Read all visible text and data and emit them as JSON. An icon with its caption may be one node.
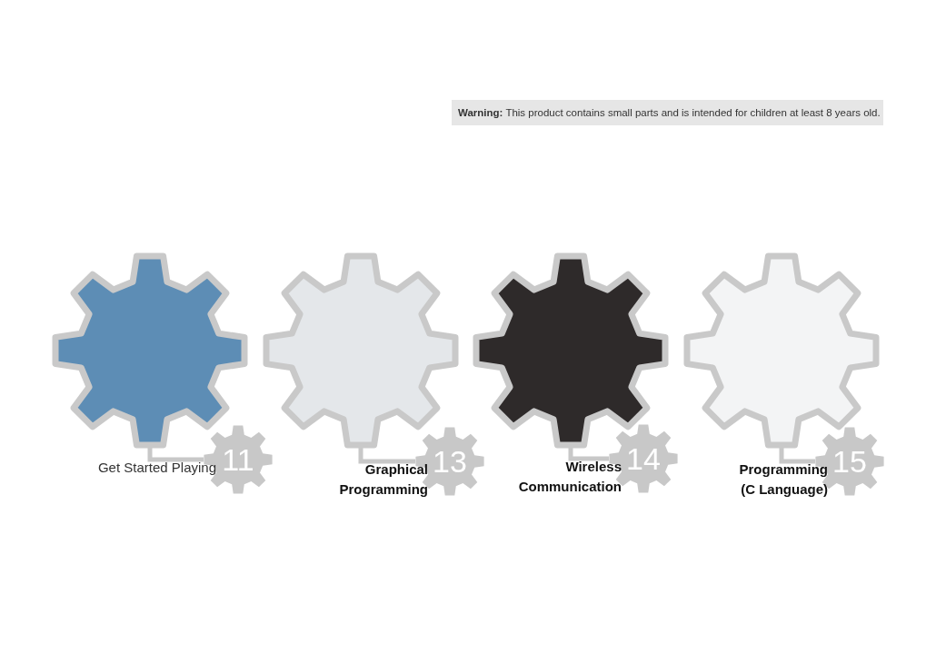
{
  "diagram": {
    "nodes": [
      {
        "text": [],
        "shape": "picture"
      },
      {
        "text": [
          "11"
        ],
        "beside": [
          "Get Started Playing"
        ]
      },
      {
        "text": [],
        "shape": "picture"
      },
      {
        "text": [
          "13"
        ],
        "beside": [
          "Graphical Programming"
        ]
      },
      {
        "text": [],
        "shape": "picture"
      },
      {
        "text": [
          "14"
        ],
        "beside": [
          "Wireless Communication"
        ]
      },
      {
        "text": [],
        "shape": "picture"
      },
      {
        "text": [
          "15"
        ],
        "beside": [
          "Programming (C Language)"
        ]
      }
    ],
    "edges": [
      {
        "from": 0,
        "to": 1,
        "arrow": "none"
      },
      {
        "from": 2,
        "to": 3,
        "arrow": "none"
      },
      {
        "from": 4,
        "to": 5,
        "arrow": "none"
      },
      {
        "from": 6,
        "to": 7,
        "arrow": "none"
      }
    ],
    "labels": [
      "**Warning:** This product contains small parts and is intended for children at least 8 years old."
    ]
  }
}
